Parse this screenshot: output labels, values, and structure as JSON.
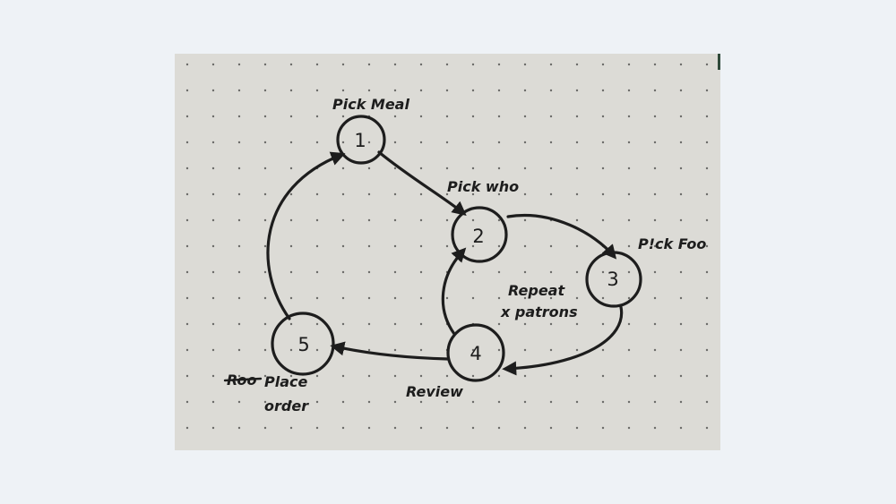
{
  "diagram": {
    "nodes": [
      {
        "id": "1",
        "label": "Pick Meal"
      },
      {
        "id": "2",
        "label": "Pick who"
      },
      {
        "id": "3",
        "label": "P!ck Foo"
      },
      {
        "id": "4",
        "label": "Review"
      },
      {
        "id": "5",
        "label": "Place order",
        "label_line1": "Place",
        "label_line2": "order",
        "struck_text": "Roo"
      }
    ],
    "edges": [
      {
        "from": "1",
        "to": "2"
      },
      {
        "from": "2",
        "to": "3"
      },
      {
        "from": "3",
        "to": "4"
      },
      {
        "from": "4",
        "to": "2"
      },
      {
        "from": "4",
        "to": "5"
      },
      {
        "from": "5",
        "to": "1"
      }
    ],
    "loop_note_line1": "Repeat",
    "loop_note_line2": "x patrons"
  }
}
